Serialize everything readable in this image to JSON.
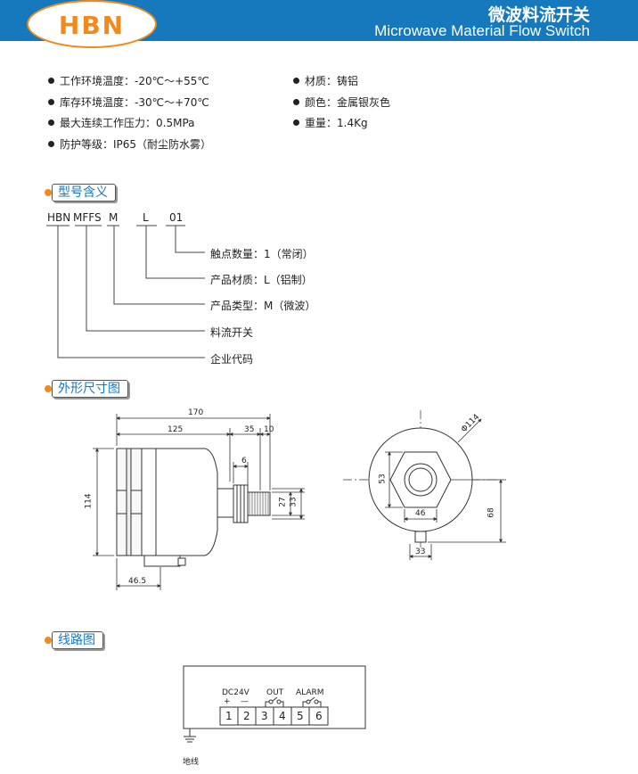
{
  "header": {
    "logo": "HBN",
    "title_cn": "微波料流开关",
    "title_en": "Microwave Material Flow Switch",
    "bg_color": "#1679bd",
    "logo_color": "#f08a1c"
  },
  "specs_left": [
    "工作环境温度：-20℃～+55℃",
    "库存环境温度：-30℃～+70℃",
    "最大连续工作压力：0.5MPa",
    "防护等级：IP65（耐尘防水雾）"
  ],
  "specs_right": [
    "材质：铸铝",
    "颜色：金属银灰色",
    "重量：1.4Kg"
  ],
  "model": {
    "section_title": "型号含义",
    "codes": [
      "HBN",
      "MFFS",
      "M",
      "L",
      "01"
    ],
    "meanings": [
      "触点数量：1（常闭）",
      "产品材质：L（铝制）",
      "产品类型：M（微波）",
      "料流开关",
      "企业代码"
    ]
  },
  "dimensions": {
    "section_title": "外形尺寸图",
    "side": {
      "d170": "170",
      "d125": "125",
      "d35": "35",
      "d10": "10",
      "d6": "6",
      "d114": "114",
      "d27": "27",
      "d33": "33",
      "d46_5": "46.5"
    },
    "front": {
      "phi114": "Φ114",
      "d53": "53",
      "d46": "46",
      "d68": "68",
      "d33": "33"
    }
  },
  "wiring": {
    "section_title": "线路图",
    "dc": "DC24V",
    "plus": "+",
    "minus": "—",
    "out": "OUT",
    "alarm": "ALARM",
    "terminals": [
      "1",
      "2",
      "3",
      "4",
      "5",
      "6"
    ],
    "ground": "地线"
  }
}
